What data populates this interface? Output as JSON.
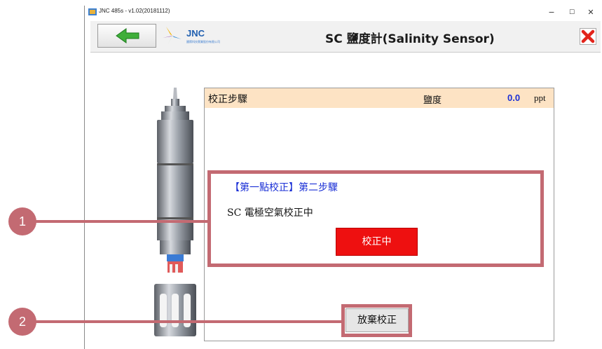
{
  "window": {
    "title": "JNC 485s - v1.02(20181112)",
    "controls": {
      "minimize": "−",
      "maximize": "☐",
      "close": "✕"
    }
  },
  "toolbar": {
    "logo_text": "JNC",
    "logo_sub": "國際科技實業股份有限公司",
    "page_title": "SC 鹽度計(Salinity Sensor)"
  },
  "panel": {
    "header_label": "校正步驟",
    "salinity_label": "鹽度",
    "salinity_value": "0.0",
    "salinity_unit": "ppt",
    "step_text": "【第一點校正】第二步驟",
    "status_text": "SC 電極空氣校正中",
    "calibrating_button": "校正中",
    "abort_button": "放棄校正"
  },
  "callouts": [
    "1",
    "2"
  ],
  "colors": {
    "highlight": "#c36a72",
    "header_bg": "#fde3c4",
    "value_blue": "#1a2fd6",
    "calibrating_red": "#ee1010",
    "back_arrow_green": "#3fae3a",
    "close_red": "#e2231a"
  },
  "icons": [
    "app-icon",
    "back-arrow-icon",
    "jnc-logo",
    "close-icon"
  ]
}
